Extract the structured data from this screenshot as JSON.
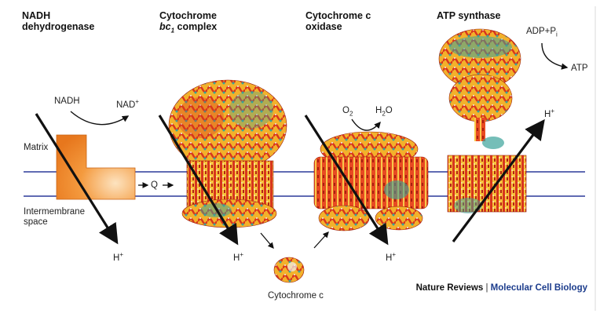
{
  "complexes": [
    {
      "line1": "NADH",
      "line2": "dehydrogenase",
      "line2_em": ""
    },
    {
      "line1": "Cytochrome",
      "line2_em": "bc",
      "line2_sub": "1",
      "line2": " complex"
    },
    {
      "line1": "Cytochrome c",
      "line2": "oxidase",
      "line2_em": ""
    },
    {
      "line1": "ATP synthase",
      "line2": "",
      "line2_em": ""
    }
  ],
  "labels": {
    "nadh": "NADH",
    "nad": "NAD",
    "nad_sup": "+",
    "matrix": "Matrix",
    "intermembrane": "Intermembrane",
    "space": "space",
    "q": "Q",
    "proton": "H",
    "proton_sup": "+",
    "o2": "O",
    "o2_sub": "2",
    "h2o_h": "H",
    "h2o_sub": "2",
    "h2o_o": "O",
    "adp": "ADP+P",
    "adp_sub": "i",
    "atp": "ATP",
    "cytc": "Cytochrome c"
  },
  "credit": {
    "publisher": "Nature Reviews",
    "separator": "|",
    "journal": "Molecular Cell Biology"
  },
  "colors": {
    "membrane_line": "#2b3a9a",
    "nadh_block": "#f08a2a",
    "protein_red": "#d8351e",
    "protein_orange": "#f2a51c",
    "protein_teal": "#3aa39a",
    "arrow": "#111111"
  }
}
